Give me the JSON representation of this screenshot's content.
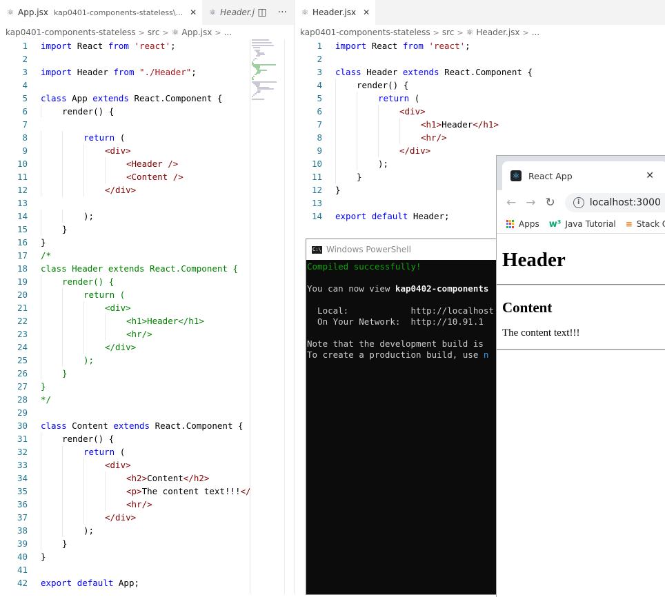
{
  "left_editor": {
    "tabs": [
      {
        "name": "App.jsx",
        "path": "kap0401-components-stateless\\...",
        "active": true
      },
      {
        "name": "Header.j",
        "active": false
      }
    ],
    "breadcrumb": [
      "kap0401-components-stateless",
      "src",
      "App.jsx",
      "..."
    ],
    "lines": [
      {
        "n": "1",
        "t": [
          [
            "kw",
            "import"
          ],
          [
            "",
            "React"
          ],
          [
            "kw",
            "from"
          ],
          [
            "str",
            "'react'"
          ],
          [
            "",
            ";"
          ]
        ]
      },
      {
        "n": "2",
        "t": []
      },
      {
        "n": "3",
        "t": [
          [
            "kw",
            "import"
          ],
          [
            "",
            "Header"
          ],
          [
            "kw",
            "from"
          ],
          [
            "str",
            "\"./Header\""
          ],
          [
            "",
            ";"
          ]
        ]
      },
      {
        "n": "4",
        "t": []
      },
      {
        "n": "5",
        "t": [
          [
            "kw",
            "class"
          ],
          [
            "",
            "App"
          ],
          [
            "kw",
            "extends"
          ],
          [
            "",
            "React.Component {"
          ]
        ]
      },
      {
        "n": "6",
        "i": 1,
        "t": [
          [
            "",
            "render() {"
          ]
        ]
      },
      {
        "n": "7",
        "t": []
      },
      {
        "n": "8",
        "i": 2,
        "t": [
          [
            "kw",
            "return"
          ],
          [
            "",
            "("
          ]
        ]
      },
      {
        "n": "9",
        "i": 3,
        "t": [
          [
            "tag",
            "<div>"
          ]
        ]
      },
      {
        "n": "10",
        "i": 4,
        "t": [
          [
            "tag",
            "<Header />"
          ]
        ]
      },
      {
        "n": "11",
        "i": 4,
        "t": [
          [
            "tag",
            "<Content />"
          ]
        ]
      },
      {
        "n": "12",
        "i": 3,
        "t": [
          [
            "tag",
            "</div>"
          ]
        ]
      },
      {
        "n": "13",
        "t": []
      },
      {
        "n": "14",
        "i": 2,
        "t": [
          [
            "",
            ");"
          ]
        ]
      },
      {
        "n": "15",
        "i": 1,
        "t": [
          [
            "",
            "}"
          ]
        ]
      },
      {
        "n": "16",
        "t": [
          [
            "",
            "}"
          ]
        ]
      },
      {
        "n": "17",
        "t": [
          [
            "cmt",
            "/*"
          ]
        ]
      },
      {
        "n": "18",
        "t": [
          [
            "cmt",
            "class Header extends React.Component {"
          ]
        ]
      },
      {
        "n": "19",
        "i": 1,
        "t": [
          [
            "cmt",
            "render() {"
          ]
        ]
      },
      {
        "n": "20",
        "i": 2,
        "t": [
          [
            "cmt",
            "return ("
          ]
        ]
      },
      {
        "n": "21",
        "i": 3,
        "t": [
          [
            "cmt",
            "<div>"
          ]
        ]
      },
      {
        "n": "22",
        "i": 4,
        "t": [
          [
            "cmt",
            "<h1>Header</h1>"
          ]
        ]
      },
      {
        "n": "23",
        "i": 4,
        "t": [
          [
            "cmt",
            "<hr/>"
          ]
        ]
      },
      {
        "n": "24",
        "i": 3,
        "t": [
          [
            "cmt",
            "</div>"
          ]
        ]
      },
      {
        "n": "25",
        "i": 2,
        "t": [
          [
            "cmt",
            ");"
          ]
        ]
      },
      {
        "n": "26",
        "i": 1,
        "t": [
          [
            "cmt",
            "}"
          ]
        ]
      },
      {
        "n": "27",
        "t": [
          [
            "cmt",
            "}"
          ]
        ]
      },
      {
        "n": "28",
        "t": [
          [
            "cmt",
            "*/"
          ]
        ]
      },
      {
        "n": "29",
        "t": []
      },
      {
        "n": "30",
        "t": [
          [
            "kw",
            "class"
          ],
          [
            "",
            "Content"
          ],
          [
            "kw",
            "extends"
          ],
          [
            "",
            "React.Component {"
          ]
        ]
      },
      {
        "n": "31",
        "i": 1,
        "t": [
          [
            "",
            "render() {"
          ]
        ]
      },
      {
        "n": "32",
        "i": 2,
        "t": [
          [
            "kw",
            "return"
          ],
          [
            "",
            "("
          ]
        ]
      },
      {
        "n": "33",
        "i": 3,
        "t": [
          [
            "tag",
            "<div>"
          ]
        ]
      },
      {
        "n": "34",
        "i": 4,
        "t": [
          [
            "tag",
            "<h2>"
          ],
          [
            "",
            "Content"
          ],
          [
            "tag",
            "</h2>"
          ]
        ]
      },
      {
        "n": "35",
        "i": 4,
        "t": [
          [
            "tag",
            "<p>"
          ],
          [
            "",
            "The content text!!!"
          ],
          [
            "tag",
            "</"
          ]
        ]
      },
      {
        "n": "36",
        "i": 4,
        "t": [
          [
            "tag",
            "<hr/>"
          ]
        ]
      },
      {
        "n": "37",
        "i": 3,
        "t": [
          [
            "tag",
            "</div>"
          ]
        ]
      },
      {
        "n": "38",
        "i": 2,
        "t": [
          [
            "",
            ");"
          ]
        ]
      },
      {
        "n": "39",
        "i": 1,
        "t": [
          [
            "",
            "}"
          ]
        ]
      },
      {
        "n": "40",
        "t": [
          [
            "",
            "}"
          ]
        ]
      },
      {
        "n": "41",
        "t": []
      },
      {
        "n": "42",
        "t": [
          [
            "kw",
            "export"
          ],
          [
            "kw",
            "default"
          ],
          [
            "",
            "App;"
          ]
        ]
      }
    ]
  },
  "right_editor": {
    "tabs": [
      {
        "name": "Header.jsx",
        "active": true
      }
    ],
    "breadcrumb": [
      "kap0401-components-stateless",
      "src",
      "Header.jsx",
      "..."
    ],
    "lines": [
      {
        "n": "1",
        "t": [
          [
            "kw",
            "import"
          ],
          [
            "",
            "React"
          ],
          [
            "kw",
            "from"
          ],
          [
            "str",
            "'react'"
          ],
          [
            "",
            ";"
          ]
        ]
      },
      {
        "n": "2",
        "t": []
      },
      {
        "n": "3",
        "t": [
          [
            "kw",
            "class"
          ],
          [
            "",
            "Header"
          ],
          [
            "kw",
            "extends"
          ],
          [
            "",
            "React.Component {"
          ]
        ]
      },
      {
        "n": "4",
        "i": 1,
        "t": [
          [
            "",
            "render() {"
          ]
        ]
      },
      {
        "n": "5",
        "i": 2,
        "t": [
          [
            "kw",
            "return"
          ],
          [
            "",
            "("
          ]
        ]
      },
      {
        "n": "6",
        "i": 3,
        "t": [
          [
            "tag",
            "<div>"
          ]
        ]
      },
      {
        "n": "7",
        "i": 4,
        "t": [
          [
            "tag",
            "<h1>"
          ],
          [
            "",
            "Header"
          ],
          [
            "tag",
            "</h1>"
          ]
        ]
      },
      {
        "n": "8",
        "i": 4,
        "t": [
          [
            "tag",
            "<hr/>"
          ]
        ]
      },
      {
        "n": "9",
        "i": 3,
        "t": [
          [
            "tag",
            "</div>"
          ]
        ]
      },
      {
        "n": "10",
        "i": 2,
        "t": [
          [
            "",
            ");"
          ]
        ]
      },
      {
        "n": "11",
        "i": 1,
        "t": [
          [
            "",
            "}"
          ]
        ]
      },
      {
        "n": "12",
        "t": [
          [
            "",
            "}"
          ]
        ]
      },
      {
        "n": "13",
        "t": []
      },
      {
        "n": "14",
        "t": [
          [
            "kw",
            "export"
          ],
          [
            "kw",
            "default"
          ],
          [
            "",
            "Header;"
          ]
        ]
      }
    ]
  },
  "powershell": {
    "title": "Windows PowerShell",
    "icon_text": "C:\\",
    "compiled": "Compiled successfully!",
    "view_prefix": "You can now view ",
    "view_app": "kap0402-components",
    "local_label": "  Local:            ",
    "local_url": "http://localhost",
    "network_label": "  On Your Network:  ",
    "network_url": "http://10.91.1",
    "note1": "Note that the development build is",
    "note2_prefix": "To create a production build, use ",
    "note2_suffix": "n"
  },
  "browser": {
    "tab_title": "React App",
    "url": "localhost:3000",
    "bookmarks": [
      "Apps",
      "Java Tutorial",
      "Stack O"
    ],
    "page": {
      "h1": "Header",
      "h2": "Content",
      "p": "The content text!!!"
    }
  },
  "colors": {
    "keyword": "#0000ff",
    "string": "#a31515",
    "tag": "#800000",
    "comment": "#008000",
    "line_number": "#237893"
  }
}
